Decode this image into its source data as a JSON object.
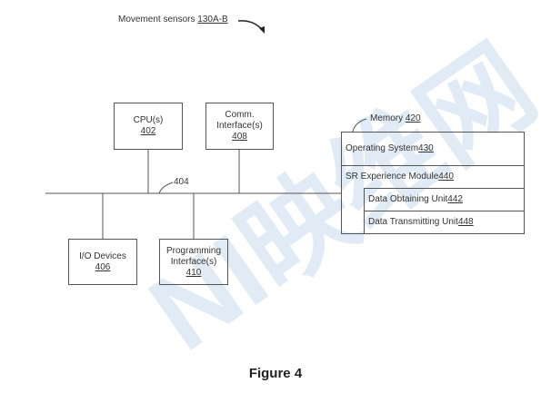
{
  "figure": {
    "caption": "Figure 4",
    "top_label": {
      "text": "Movement sensors ",
      "ref": "130A-B"
    },
    "bus": {
      "ref": "404"
    },
    "components": {
      "cpu": {
        "line1": "CPU(s)",
        "ref": "402"
      },
      "comm": {
        "line1": "Comm.",
        "line2": "Interface(s)",
        "ref": "408"
      },
      "io": {
        "line1": "I/O Devices",
        "ref": "406"
      },
      "prog": {
        "line1": "Programming",
        "line2": "Interface(s)",
        "ref": "410"
      }
    },
    "memory": {
      "label": "Memory ",
      "ref": "420",
      "rows": [
        {
          "text": "Operating System ",
          "ref": "430"
        },
        {
          "text": "SR Experience Module ",
          "ref": "440"
        },
        {
          "text": "Data Obtaining Unit ",
          "ref": "442"
        },
        {
          "text": "Data Transmitting Unit ",
          "ref": "448"
        }
      ]
    },
    "watermark": {
      "text": "NI映维网",
      "colors": {
        "primary": "#c9dcef",
        "accent": "#f2c9c9"
      }
    }
  }
}
